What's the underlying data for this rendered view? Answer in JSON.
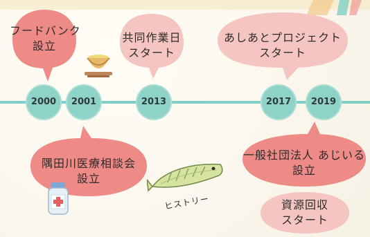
{
  "timeline": {
    "years": [
      "2000",
      "2001",
      "2013",
      "2017",
      "2019"
    ]
  },
  "events": {
    "e1": {
      "year": "2000",
      "line1": "フードバンク",
      "line2": "設立"
    },
    "e2": {
      "year": "2013",
      "line1": "共同作業日",
      "line2": "スタート"
    },
    "e3": {
      "year": "2017",
      "line1": "あしあとプロジェクト",
      "line2": "スタート"
    },
    "e4": {
      "year": "2001",
      "line1": "隅田川医療相談会",
      "line2": "設立"
    },
    "e5": {
      "year": "2019",
      "line1": "一般社団法人 あじいる",
      "line2": "設立"
    },
    "e6": {
      "year": "2019",
      "line1": "資源回収",
      "line2": "スタート"
    }
  },
  "decor": {
    "handwritten_label": "ヒストリー"
  },
  "colors": {
    "bubble_salmon": "#ee8b87",
    "bubble_pink": "#f4c5c1",
    "timeline": "#7fcfc7",
    "year_dot": "#8fd2c7"
  },
  "icons": [
    "bowl-icon",
    "medicine-bottle-icon",
    "fish-icon"
  ]
}
